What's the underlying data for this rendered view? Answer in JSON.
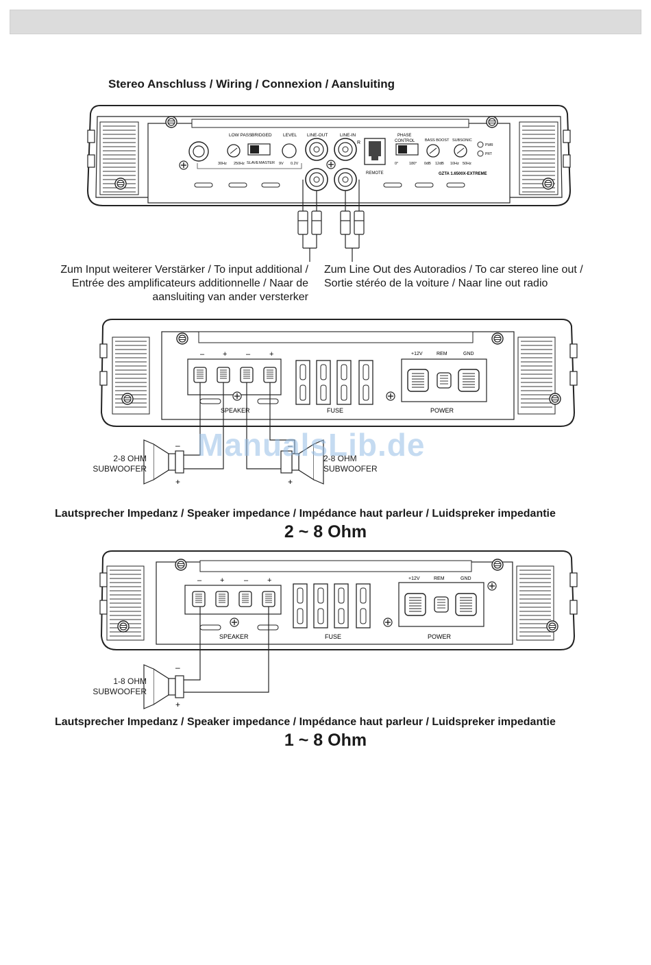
{
  "section1": {
    "title": "Stereo Anschluss / Wiring / Connexion / Aansluiting",
    "panel": {
      "low_pass": "LOW PASS",
      "low_min": "30Hz",
      "low_max": "250Hz",
      "bridged": "BRIDGED",
      "slave": "SLAVE",
      "master": "MASTER",
      "level": "LEVEL",
      "level_min": "9V",
      "level_max": "0.2V",
      "line_out": "LINE-OUT",
      "line_in": "LINE-IN",
      "r": "R",
      "remote": "REMOTE",
      "phase": "PHASE",
      "control": "CONTROL",
      "phase_min": "0°",
      "phase_max": "180°",
      "bass_boost": "BASS BOOST",
      "bass_min": "0dB",
      "bass_max": "12dB",
      "subsonic": "SUBSONIC",
      "sub_min": "10Hz",
      "sub_max": "50Hz",
      "pwr": "PWR",
      "prt": "PRT",
      "model": "GZTA 1.6500X-EXTREME"
    },
    "caption_left": [
      "Zum Input weiterer Verstärker / To input additional /",
      "Entrée des amplificateurs additionnelle / Naar de",
      "aansluiting van ander versterker"
    ],
    "caption_right": [
      "Zum Line Out des Autoradios / To car stereo line out /",
      "Sortie stéréo de la voiture / Naar line out radio"
    ]
  },
  "section2": {
    "terminals": [
      "–",
      "+",
      "–",
      "+"
    ],
    "speaker_label": "SPEAKER",
    "fuse_label": "FUSE",
    "power_label": "POWER",
    "power_terms": [
      "+12V",
      "REM",
      "GND"
    ],
    "sub_left": [
      "2-8 OHM",
      "SUBWOOFER"
    ],
    "sub_right": [
      "2-8 OHM",
      "SUBWOOFER"
    ],
    "minus": "–",
    "plus": "+",
    "impedance_title": "Lautsprecher Impedanz / Speaker impedance / Impédance haut parleur / Luidspreker impedantie",
    "ohm_value": "2 ~ 8 Ohm"
  },
  "section3": {
    "terminals": [
      "–",
      "+",
      "–",
      "+"
    ],
    "speaker_label": "SPEAKER",
    "fuse_label": "FUSE",
    "power_label": "POWER",
    "power_terms": [
      "+12V",
      "REM",
      "GND"
    ],
    "sub": [
      "1-8 OHM",
      "SUBWOOFER"
    ],
    "minus": "–",
    "plus": "+",
    "impedance_title": "Lautsprecher Impedanz / Speaker impedance / Impédance haut parleur / Luidspreker impedantie",
    "ohm_value": "1 ~ 8 Ohm"
  },
  "watermark": "ManualsLib.de"
}
